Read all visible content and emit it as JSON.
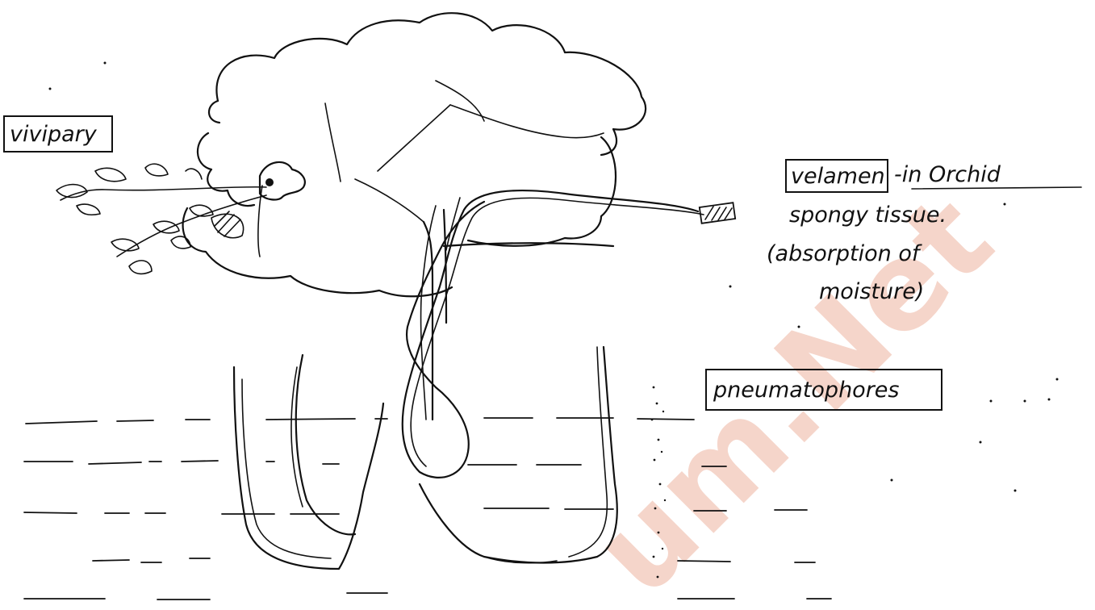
{
  "labels": {
    "vivipary": "vivipary",
    "velamen": "velamen",
    "velamen_suffix": "-in Orchid",
    "spongy": "spongy tissue.",
    "absorption": "(absorption of",
    "moisture": "moisture)",
    "pneumatophores": "pneumatophores"
  },
  "watermark": {
    "text": "um.Net",
    "color": "#f0bfae"
  }
}
